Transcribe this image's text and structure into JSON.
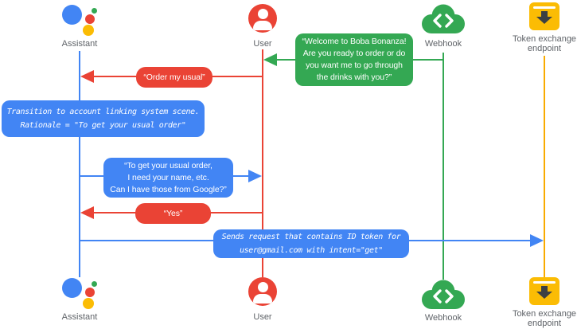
{
  "colors": {
    "blue": "#4285F4",
    "red": "#EA4335",
    "green": "#34A853",
    "yellow": "#FBBC04",
    "label_gray": "#5F6368"
  },
  "actors": {
    "assistant": "Assistant",
    "user": "User",
    "webhook": "Webhook",
    "token_line1": "Token exchange",
    "token_line2": "endpoint"
  },
  "messages": {
    "welcome": [
      "“Welcome to Boba Bonanza!",
      "Are you ready to order or do",
      "you want me to go through",
      "the drinks with you?”"
    ],
    "order_usual": "“Order my usual”",
    "transition": [
      "Transition to account linking system scene.",
      "Rationale = \"To get your usual order\""
    ],
    "need_info": [
      "“To get your usual order,",
      "I need your name, etc.",
      "Can I have those from Google?”"
    ],
    "yes": "“Yes”",
    "sends_request": [
      "Sends request that contains ID token for",
      "user@gmail.com with intent=\"get\""
    ]
  }
}
